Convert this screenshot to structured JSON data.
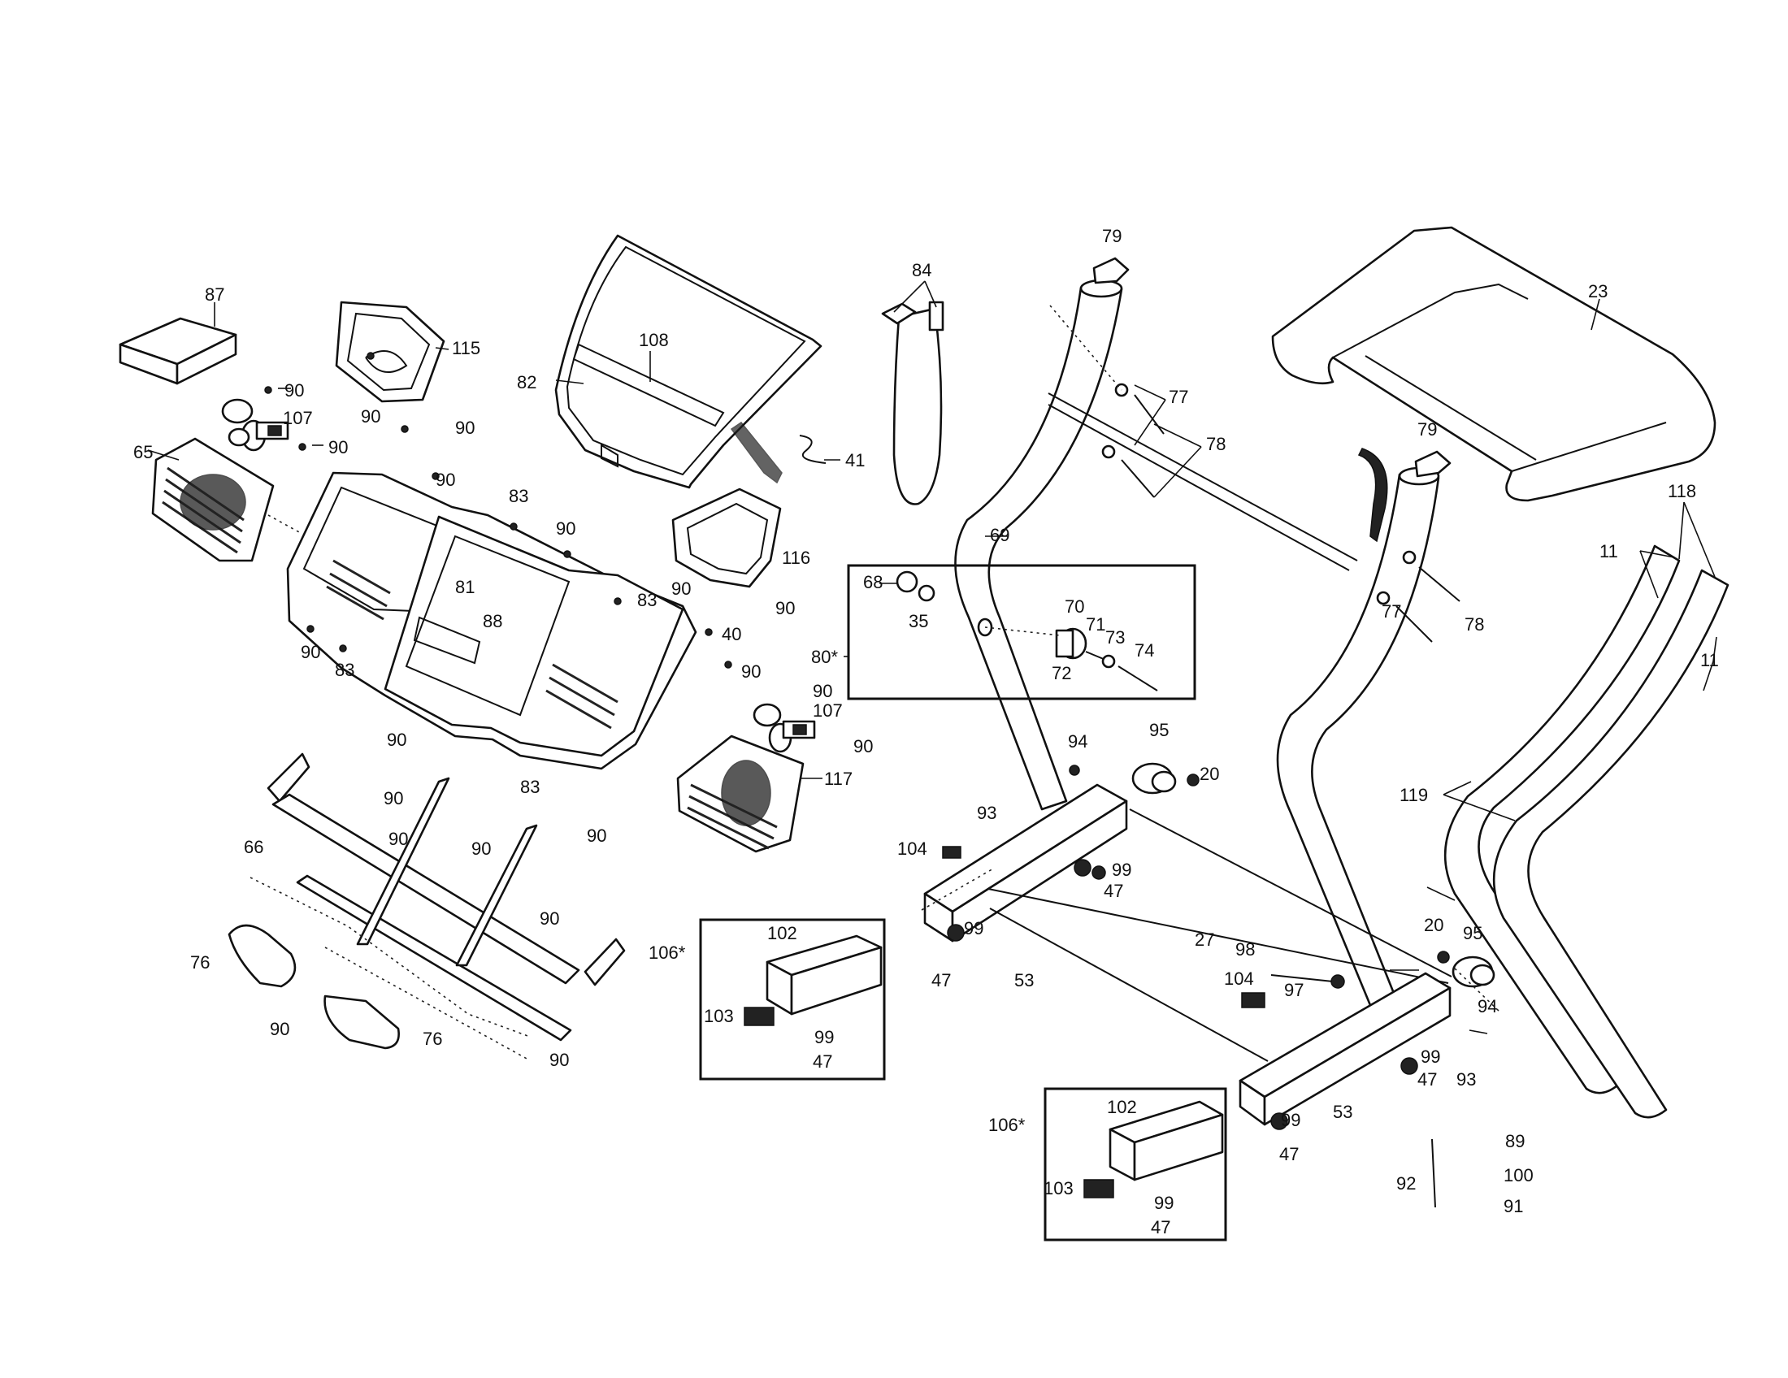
{
  "callouts": {
    "c87": "87",
    "c115": "115",
    "c90": "90",
    "c107": "107",
    "c65": "65",
    "c82": "82",
    "c108": "108",
    "c41": "41",
    "c84": "84",
    "c79": "79",
    "c23": "23",
    "c77": "77",
    "c78": "78",
    "c69": "69",
    "c83": "83",
    "c81": "81",
    "c88": "88",
    "c116": "116",
    "c40": "40",
    "c68": "68",
    "c35": "35",
    "c70": "70",
    "c71": "71",
    "c73": "73",
    "c74": "74",
    "c72": "72",
    "c80": "80*",
    "c118": "118",
    "c11": "11",
    "c119": "119",
    "c117": "117",
    "c66": "66",
    "c76": "76",
    "c94": "94",
    "c95": "95",
    "c20": "20",
    "c93": "93",
    "c104": "104",
    "c99": "99",
    "c47": "47",
    "c106": "106*",
    "c102": "102",
    "c103": "103",
    "c27": "27",
    "c98": "98",
    "c97": "97",
    "c53": "53",
    "c92": "92",
    "c89": "89",
    "c100": "100",
    "c91": "91"
  }
}
